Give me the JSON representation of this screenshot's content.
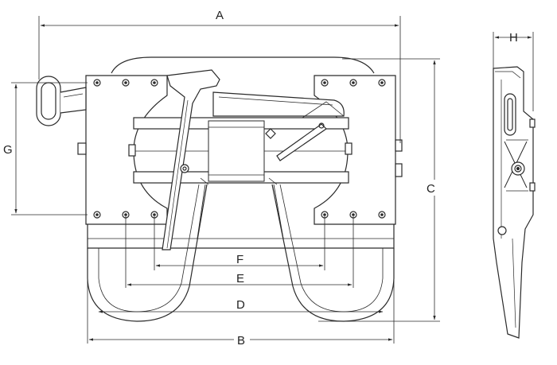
{
  "dimension_labels": {
    "A": "A",
    "B": "B",
    "C": "C",
    "D": "D",
    "E": "E",
    "F": "F",
    "G": "G",
    "H": "H"
  },
  "colors": {
    "line": "#2a2a2a",
    "thin_line": "#555555",
    "background": "#ffffff"
  }
}
